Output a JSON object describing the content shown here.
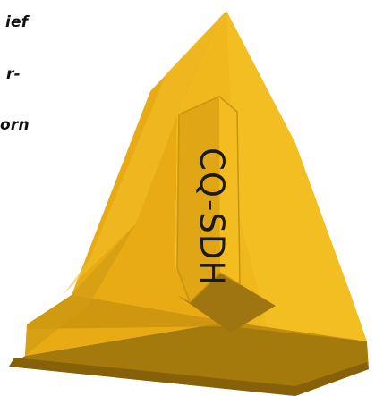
{
  "text_fragments": [
    "ief",
    "r-",
    "orn"
  ],
  "logo": {
    "label": "CQ-SDH",
    "colors": {
      "face_light": "#f0b81a",
      "face_mid": "#e5a915",
      "face_shadow": "#c8900e",
      "base_dark": "#9c720a",
      "base_darker": "#86610a",
      "edge": "#d8a31a",
      "label": "#1a1a1a"
    }
  }
}
